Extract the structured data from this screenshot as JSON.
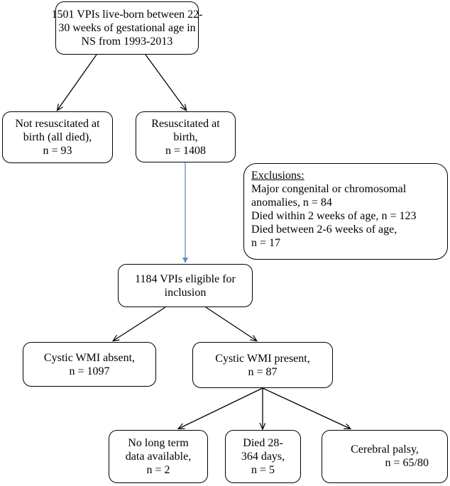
{
  "nodes": {
    "total": {
      "lines": [
        "1501 VPIs live-born between 22-",
        "30 weeks of gestational age in",
        "NS from 1993-2013"
      ]
    },
    "not_resuscitated": {
      "lines": [
        "Not resuscitated at",
        "birth (all died),",
        "n = 93"
      ]
    },
    "resuscitated": {
      "lines": [
        "Resuscitated at",
        "birth,",
        "n = 1408"
      ]
    },
    "exclusions": {
      "heading": "Exclusions:",
      "lines": [
        "Major congenital or chromosomal",
        "anomalies, n = 84",
        "Died within 2 weeks of age, n = 123",
        "Died between 2-6 weeks of age,",
        "n = 17"
      ]
    },
    "eligible": {
      "lines": [
        "1184 VPIs eligible for",
        "inclusion"
      ]
    },
    "wmi_absent": {
      "lines": [
        "Cystic WMI absent,",
        "n = 1097"
      ]
    },
    "wmi_present": {
      "lines": [
        "Cystic WMI present,",
        "n = 87"
      ]
    },
    "no_data": {
      "lines": [
        "No long term",
        "data available,",
        "n = 2"
      ]
    },
    "died": {
      "lines": [
        "Died 28-",
        "364 days,",
        "n = 5"
      ]
    },
    "cp": {
      "lines": [
        "Cerebral palsy,",
        "n = 65/80"
      ]
    }
  },
  "colors": {
    "connector": "#000000",
    "exclusion_arrow": "#5b8fc9"
  }
}
